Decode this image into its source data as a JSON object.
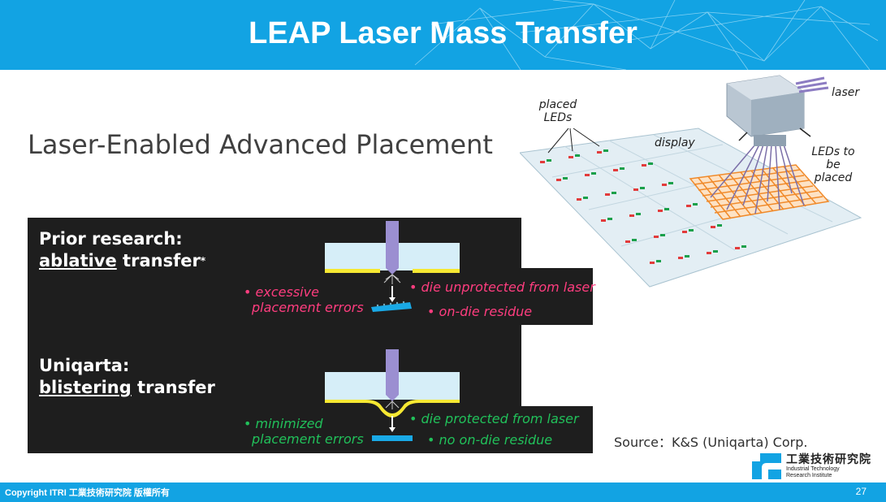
{
  "slide": {
    "title": "LEAP Laser Mass Transfer",
    "subtitle": "Laser-Enabled Advanced Placement",
    "source": "Source：K&S (Uniqarta) Corp.",
    "copyright": "Copyright ITRI 工業技術研究院 版權所有",
    "page_number": "27"
  },
  "prior": {
    "line1": "Prior research:",
    "line2_underlined": "ablative",
    "line2_rest": " transfer",
    "footnote_mark": "*",
    "note_errors_1": "• excessive",
    "note_errors_2": "placement errors",
    "note_unprotected": "• die unprotected from laser",
    "note_residue": "• on-die residue"
  },
  "uniqarta": {
    "line1": "Uniqarta:",
    "line2_underlined": "blistering",
    "line2_rest": " transfer",
    "note_errors_1": "• minimized",
    "note_errors_2": "placement errors",
    "note_protected": "• die protected from laser",
    "note_residue": "• no on-die residue"
  },
  "diagram": {
    "placed_leds": "placed\nLEDs",
    "display": "display",
    "laser": "laser",
    "leds_to_place": "LEDs to\nbe placed"
  },
  "logo": {
    "zh": "工業技術研究院",
    "en_1": "Industrial Technology",
    "en_2": "Research Institute"
  },
  "colors": {
    "header": "#12a3e3",
    "pink": "#ff3d7f",
    "green": "#21c05a",
    "dark_panel": "#1e1e1e"
  }
}
